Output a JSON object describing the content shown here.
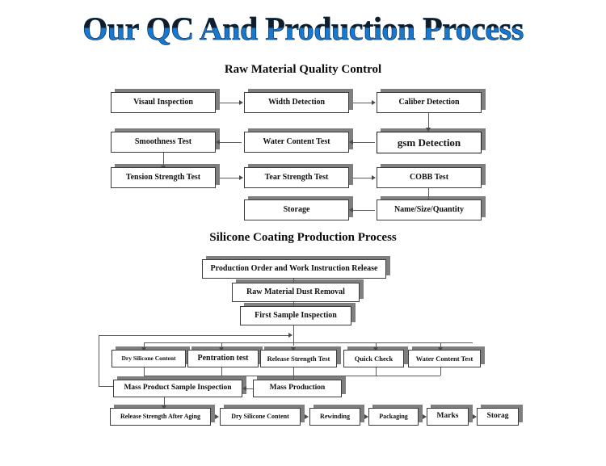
{
  "title": "Our QC And Production Process",
  "sections": [
    {
      "heading": "Raw Material Quality Control",
      "boxes": [
        {
          "label": "Visaul Inspection"
        },
        {
          "label": "Width Detection"
        },
        {
          "label": "Caliber Detection"
        },
        {
          "label": "gsm Detection"
        },
        {
          "label": "Water Content Test"
        },
        {
          "label": "Smoothness  Test"
        },
        {
          "label": "Tension Strength Test"
        },
        {
          "label": "Tear Strength Test"
        },
        {
          "label": "COBB Test"
        },
        {
          "label": "Name/Size/Quantity"
        },
        {
          "label": "Storage"
        }
      ]
    },
    {
      "heading": "Silicone Coating Production Process",
      "boxes": [
        {
          "label": "Production Order and Work Instruction Release"
        },
        {
          "label": "Raw Material Dust Removal"
        },
        {
          "label": "First Sample Inspection"
        },
        {
          "label": "Dry Silicone Content"
        },
        {
          "label": "Pentration test"
        },
        {
          "label": "Release Strength Test"
        },
        {
          "label": "Quick Check"
        },
        {
          "label": "Water Content Test"
        },
        {
          "label": "Mass Product Sample Inspection"
        },
        {
          "label": "Mass Production"
        },
        {
          "label": "Release Strength After Aging"
        },
        {
          "label": "Dry Silicone Content"
        },
        {
          "label": "Rewinding"
        },
        {
          "label": "Packaging"
        },
        {
          "label": "Marks"
        },
        {
          "label": "Storag"
        }
      ]
    }
  ],
  "colors": {
    "title_blue": "#1878d0",
    "title_dark": "#0f1d2b",
    "box_border": "#3b3b3b",
    "box_fill": "#ffffff",
    "shadow": "#7f7f7f",
    "connector": "#5a5a5a"
  }
}
